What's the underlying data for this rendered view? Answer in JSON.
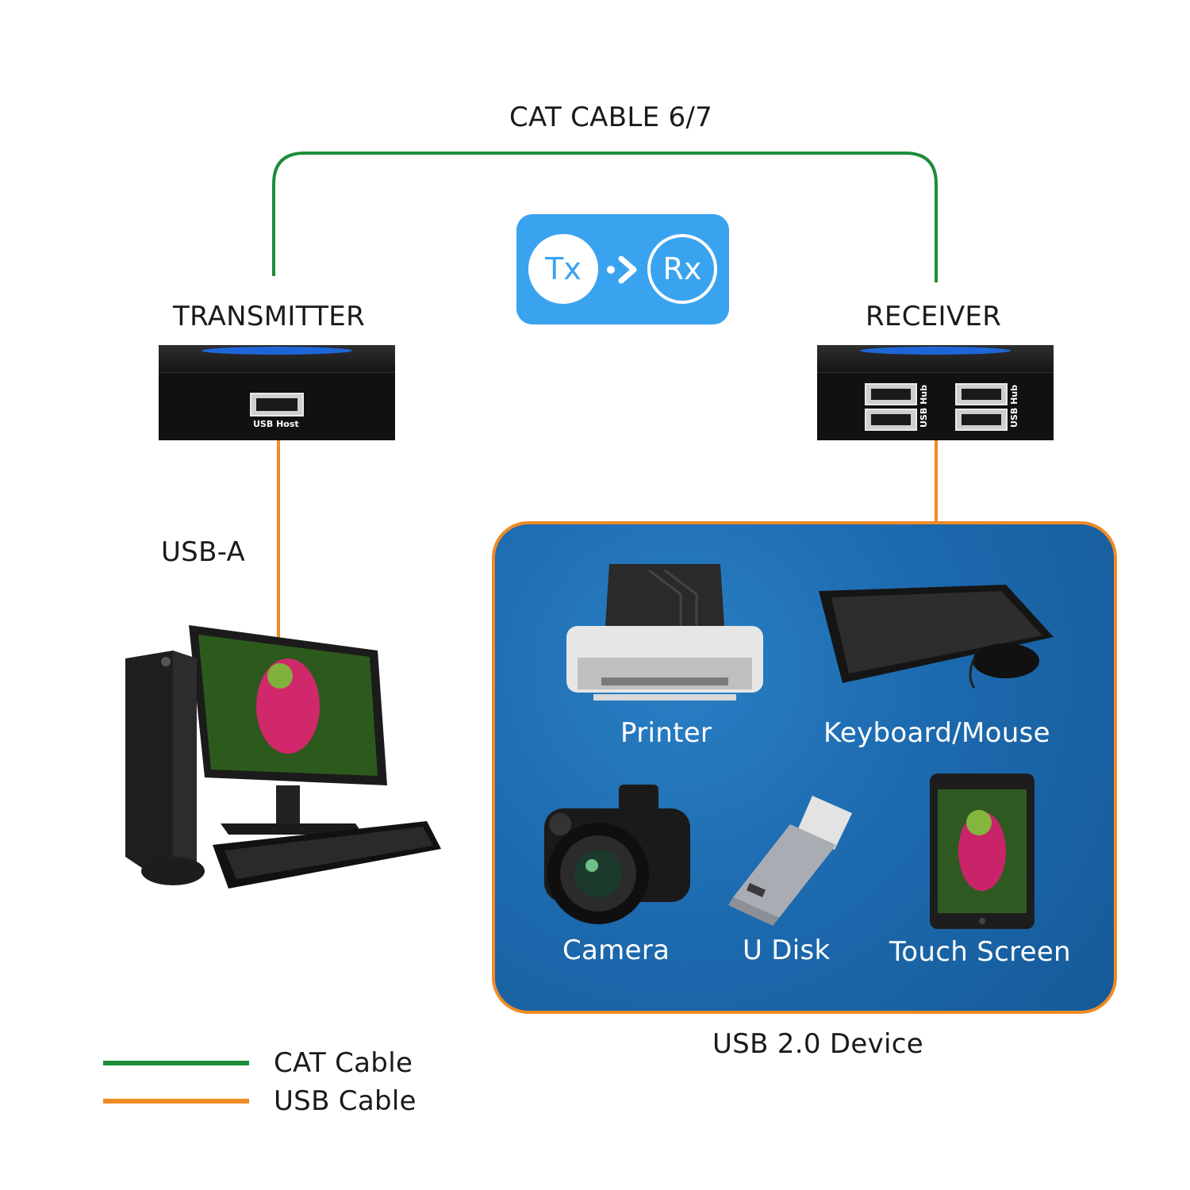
{
  "title": "CAT CABLE 6/7",
  "badge": {
    "tx": "Tx",
    "rx": "Rx"
  },
  "transmitter": {
    "label": "TRANSMITTER",
    "port_label": "USB Host"
  },
  "receiver": {
    "label": "RECEIVER",
    "hub_label_1": "USB Hub",
    "hub_label_2": "USB Hub"
  },
  "usb_a_label": "USB-A",
  "devices": {
    "printer": "Printer",
    "keyboard_mouse": "Keyboard/Mouse",
    "camera": "Camera",
    "u_disk": "U Disk",
    "touch_screen": "Touch Screen"
  },
  "devices_caption": "USB 2.0 Device",
  "legend": [
    {
      "label": "CAT Cable",
      "color": "#1e8c3a"
    },
    {
      "label": "USB Cable",
      "color": "#f08a24"
    }
  ],
  "colors": {
    "cat": "#1e8c3a",
    "usb": "#f08a24",
    "badge": "#3aa3f0",
    "panel": "#1d6aaf"
  }
}
